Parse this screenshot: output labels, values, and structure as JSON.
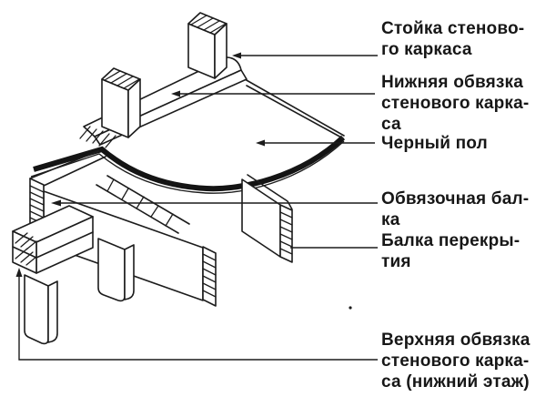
{
  "colors": {
    "ink": "#1c1c1c",
    "paper": "#ffffff"
  },
  "callouts": [
    {
      "part": "wall-stud",
      "text": "Стойка стеново-\nго каркаса"
    },
    {
      "part": "bottom-plate",
      "text": "Нижняя обвязка\nстенового карка-\nса"
    },
    {
      "part": "subfloor",
      "text": "Черный пол"
    },
    {
      "part": "rim-joist",
      "text": "Обвязочная бал-\nка"
    },
    {
      "part": "floor-joist",
      "text": "Балка перекры-\nтия"
    },
    {
      "part": "lower-top-plate",
      "text": "Верхняя обвязка\nстенового карка-\nса (нижний этаж)"
    }
  ]
}
